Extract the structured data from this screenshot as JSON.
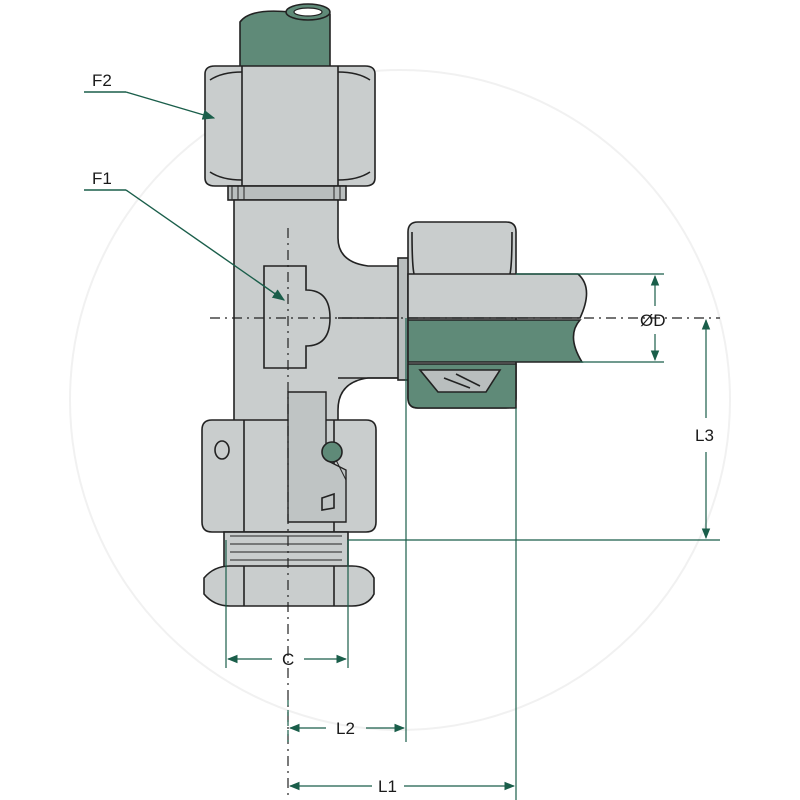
{
  "labels": {
    "f2": "F2",
    "f1": "F1",
    "d": "ØD",
    "l3": "L3",
    "c": "C",
    "l2": "L2",
    "l1": "L1"
  },
  "colors": {
    "metal": "#c9cdcd",
    "pipe": "#5f8a78",
    "dimension": "#1a5e4a",
    "outline": "#222222"
  }
}
